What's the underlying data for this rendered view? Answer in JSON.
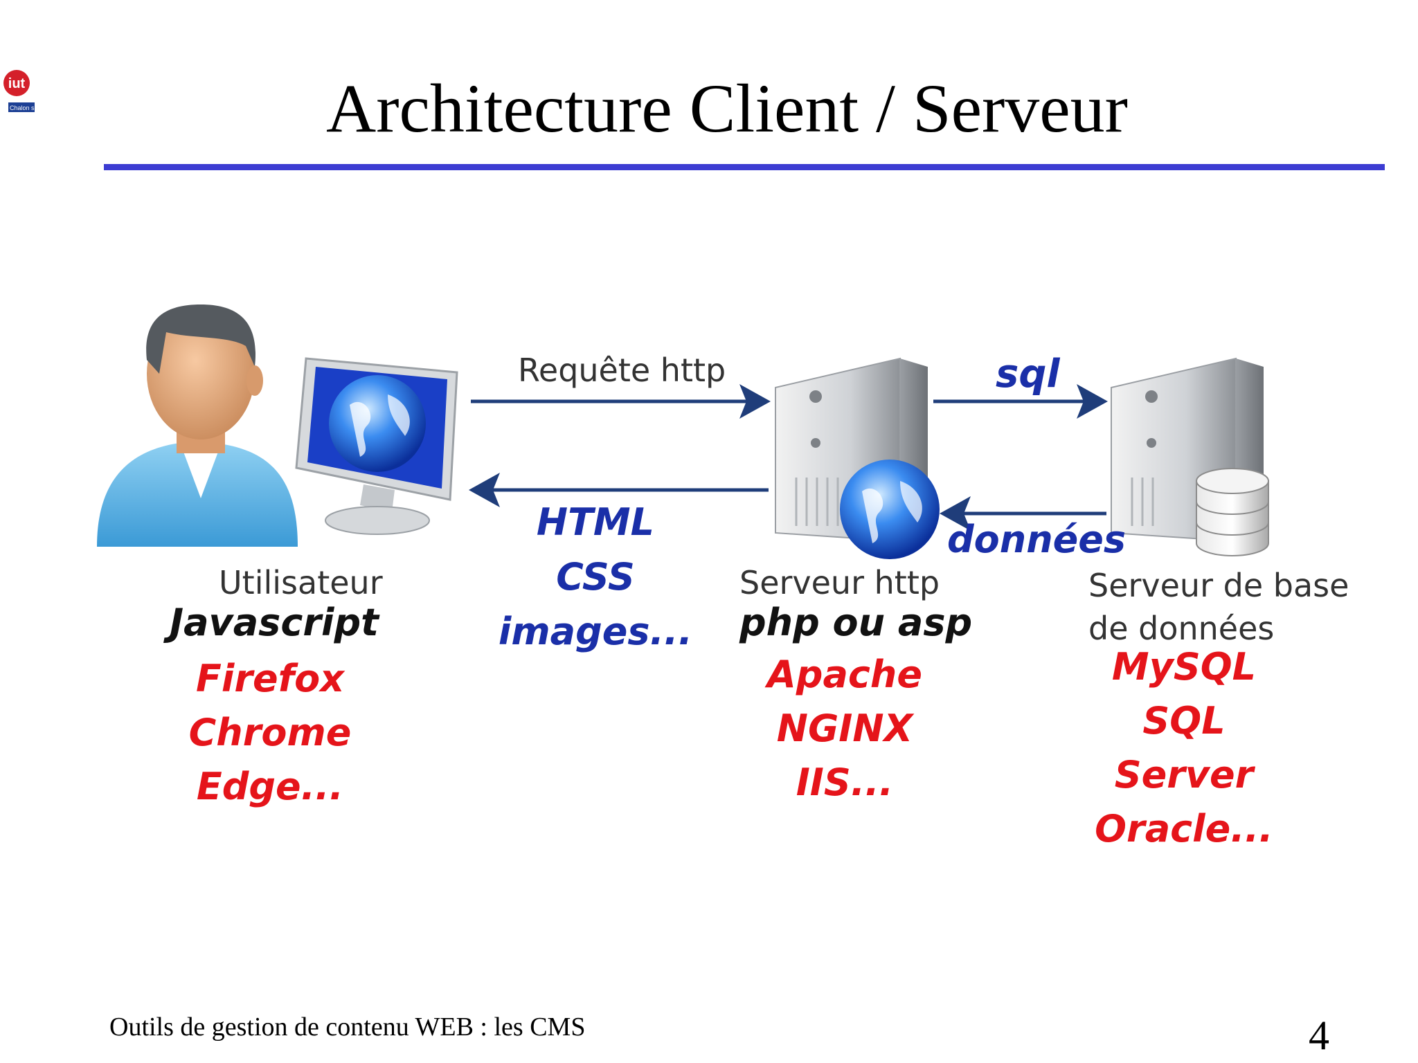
{
  "header": {
    "title": "Architecture Client / Serveur",
    "logo_text": "iut",
    "logo_subtext": "Chalon sur Saône"
  },
  "diagram": {
    "arrows": {
      "request": "Requête http",
      "sql": "sql",
      "response_items": [
        "HTML",
        "CSS",
        "images..."
      ],
      "data": "données"
    },
    "client": {
      "label": "Utilisateur",
      "tech": "Javascript",
      "examples": [
        "Firefox",
        "Chrome",
        "Edge..."
      ]
    },
    "web_server": {
      "label": "Serveur http",
      "tech": "php ou asp",
      "examples": [
        "Apache",
        "NGINX",
        "IIS..."
      ]
    },
    "db_server": {
      "label_line1": "Serveur de base",
      "label_line2": "de données",
      "examples": [
        "MySQL",
        "SQL Server",
        "Oracle..."
      ]
    }
  },
  "colors": {
    "title_rule": "#3c3cd2",
    "arrow": "#1f3d7a",
    "navy_text": "#1a2fa8",
    "red_text": "#e5141a"
  },
  "footer": {
    "text": "Outils de gestion de contenu WEB : les CMS",
    "page_number": "4"
  }
}
